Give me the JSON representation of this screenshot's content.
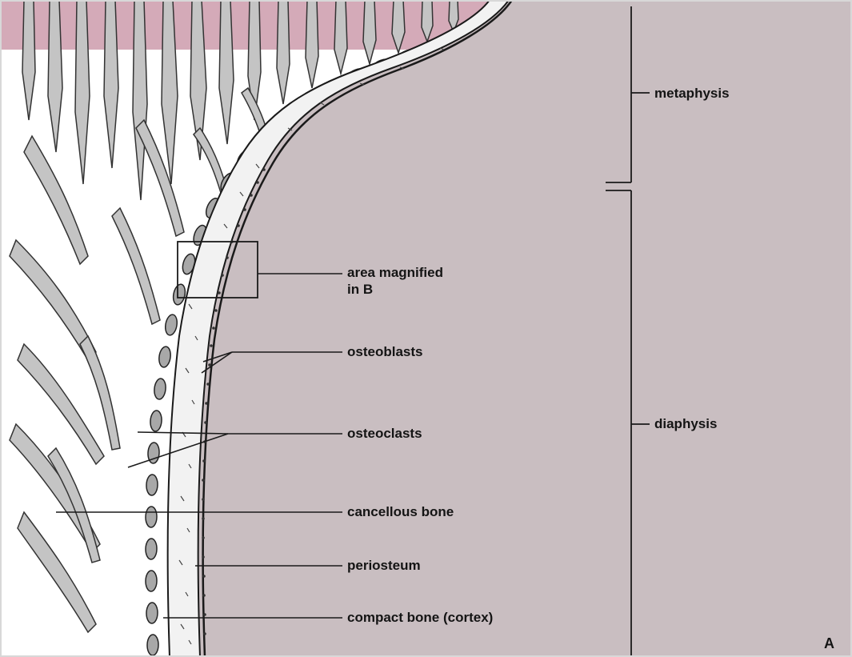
{
  "labels": {
    "metaphysis": "metaphysis",
    "diaphysis": "diaphysis",
    "area_magnified_line1": "area magnified",
    "area_magnified_line2": "in B",
    "osteoblasts": "osteoblasts",
    "osteoclasts": "osteoclasts",
    "cancellous_bone": "cancellous bone",
    "periosteum": "periosteum",
    "compact_bone": "compact bone (cortex)",
    "panel": "A"
  },
  "colors": {
    "background": "#c9bec1",
    "marrow_space": "#ffffff",
    "trabeculae": "#c4c4c4",
    "growth_plate": "#d4aab8",
    "cortex": "#f2f2f2",
    "osteoclast": "#a8a8a8",
    "ink": "#141414"
  }
}
